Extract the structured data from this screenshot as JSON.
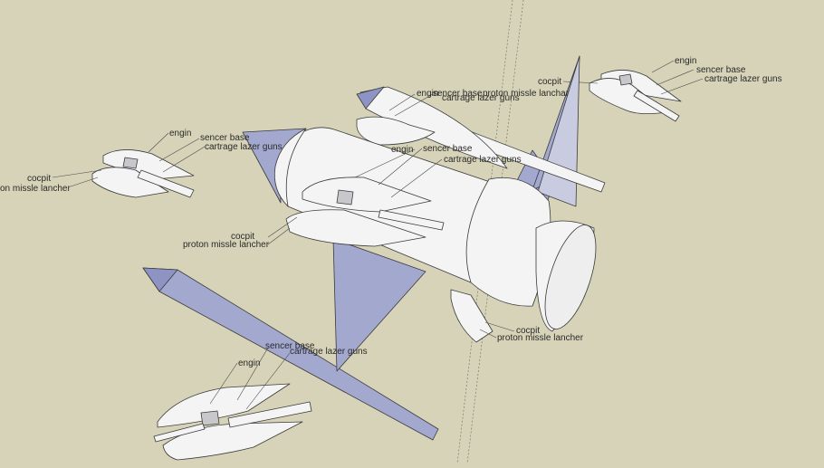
{
  "colors": {
    "background": "#d6d3b8",
    "body_fill": "#f4f4f4",
    "shadow_fill": "#c8c8cc",
    "blue_face": "#a3a8cf",
    "dark_blue_face": "#8d93c2",
    "edge": "#3a3a3a"
  },
  "labels": {
    "engin": "engin",
    "sencer_base": "sencer base",
    "cartrage": "cartrage lazer guns",
    "cocpit": "cocpit",
    "proton": "proton missle lancher",
    "proton_alt": "proton missle lanchar",
    "proton_cut": "on missle lancher"
  }
}
